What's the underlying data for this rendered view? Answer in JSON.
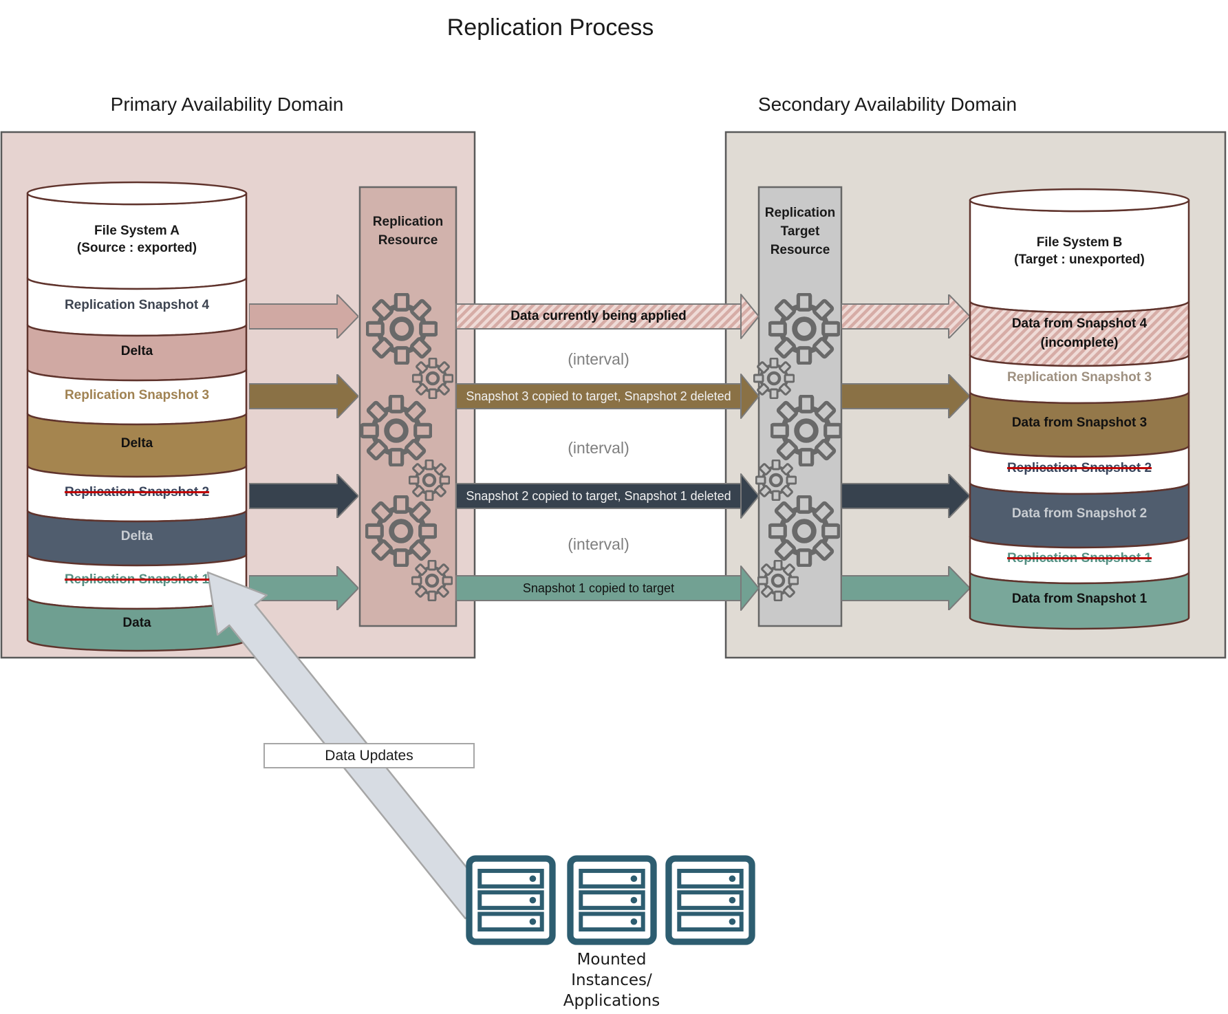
{
  "title": "Replication Process",
  "palette": {
    "text": "#1a1a1a",
    "domain1_bg": "#e6d3d0",
    "domain2_bg": "#e0dbd4",
    "domain_border": "#595959",
    "box1_bg": "#d1b2ac",
    "box2_bg": "#c9c9c9",
    "box_border": "#666666",
    "pink": "#d0a9a3",
    "pink_hatch_base": "#d6aca6",
    "pink_hatch_stripe": "#efdbd7",
    "brown": "#8a7145",
    "brown_band_a": "#a5854f",
    "brown_band_b": "#94784a",
    "dark": "#37424e",
    "dark_band": "#505d6e",
    "teal": "#72a193",
    "teal_band_a": "#6f9f91",
    "teal_band_b": "#79a79a",
    "cyl_stroke": "#5f332c",
    "gear": "#696969",
    "arrow_outline": "#7a7a7a",
    "gray_arrow_fill": "#d7dce3",
    "gray_arrow_stroke": "#a6a6a6",
    "server": "#2d5d70",
    "strike": "#c00000",
    "interval_text": "#7f7f7f",
    "rs_navy": "#39455c",
    "rs_brown": "#a08252",
    "rs_brown_b": "#9e9080",
    "rs_teal": "#558f82",
    "band_light_text": "#c9cdd2"
  },
  "primary": {
    "heading": "Primary Availability Domain",
    "resource_label": "Replication Resource",
    "cylinder": {
      "title": "File System A",
      "subtitle": "(Source : exported)",
      "bands": [
        "Replication Snapshot 4",
        "Delta",
        "Replication Snapshot 3",
        "Delta",
        "Replication Snapshot 2",
        "Delta",
        "Replication Snapshot 1",
        "Data"
      ]
    }
  },
  "secondary": {
    "heading": "Secondary Availability Domain",
    "resource_label": "Replication Target Resource",
    "cylinder": {
      "title": "File System B",
      "subtitle": "(Target : unexported)",
      "bands": [
        "Data from Snapshot 4",
        "(incomplete)",
        "Replication Snapshot 3",
        "Data from Snapshot 3",
        "Replication Snapshot 2",
        "Data from Snapshot 2",
        "Replication Snapshot 1",
        "Data from Snapshot 1"
      ]
    }
  },
  "flows": {
    "row1": "Data currently being applied",
    "row2": "Snapshot 3 copied to target, Snapshot 2 deleted",
    "row3": "Snapshot 2 copied to target, Snapshot 1 deleted",
    "row4": "Snapshot 1 copied to target",
    "interval": "(interval)"
  },
  "annotations": {
    "data_updates": "Data Updates",
    "servers_caption": "Mounted\nInstances/\nApplications"
  }
}
